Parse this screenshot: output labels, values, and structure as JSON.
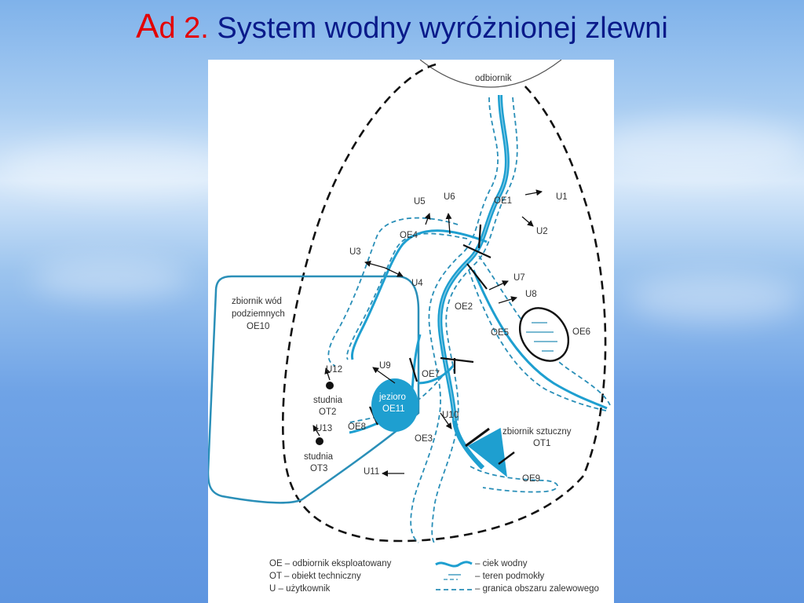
{
  "title": {
    "prefix_letter": "A",
    "prefix_rest": "d 2.",
    "main": "System wodny wyróżnionej zlewni"
  },
  "colors": {
    "water": "#1e9fd0",
    "dashed": "#2a8fb8",
    "boundary": "#222222",
    "title_red": "#e40000",
    "title_blue": "#0a1a8a"
  },
  "labels": {
    "odbiornik": "odbiornik",
    "oe1": "OE1",
    "oe2": "OE2",
    "oe3": "OE3",
    "oe4": "OE4",
    "oe5": "OE5",
    "oe6": "OE6",
    "oe7": "OE7",
    "oe8": "OE8",
    "oe9": "OE9",
    "u1": "U1",
    "u2": "U2",
    "u3": "U3",
    "u4": "U4",
    "u5": "U5",
    "u6": "U6",
    "u7": "U7",
    "u8": "U8",
    "u9": "U9",
    "u10": "U10",
    "u11": "U11",
    "u12": "U12",
    "u13": "U13",
    "aquifer_1": "zbiornik wód",
    "aquifer_2": "podziemnych",
    "aquifer_3": "OE10",
    "lake_1": "jezioro",
    "lake_2": "OE11",
    "well2_1": "studnia",
    "well2_2": "OT2",
    "well3_1": "studnia",
    "well3_2": "OT3",
    "reservoir_1": "zbiornik sztuczny",
    "reservoir_2": "OT1"
  },
  "legend": {
    "left": [
      "OE – odbiornik eksploatowany",
      "OT – obiekt techniczny",
      "U – użytkownik"
    ],
    "right": [
      "– ciek wodny",
      "– teren podmokły",
      "– granica obszaru zalewowego"
    ]
  }
}
